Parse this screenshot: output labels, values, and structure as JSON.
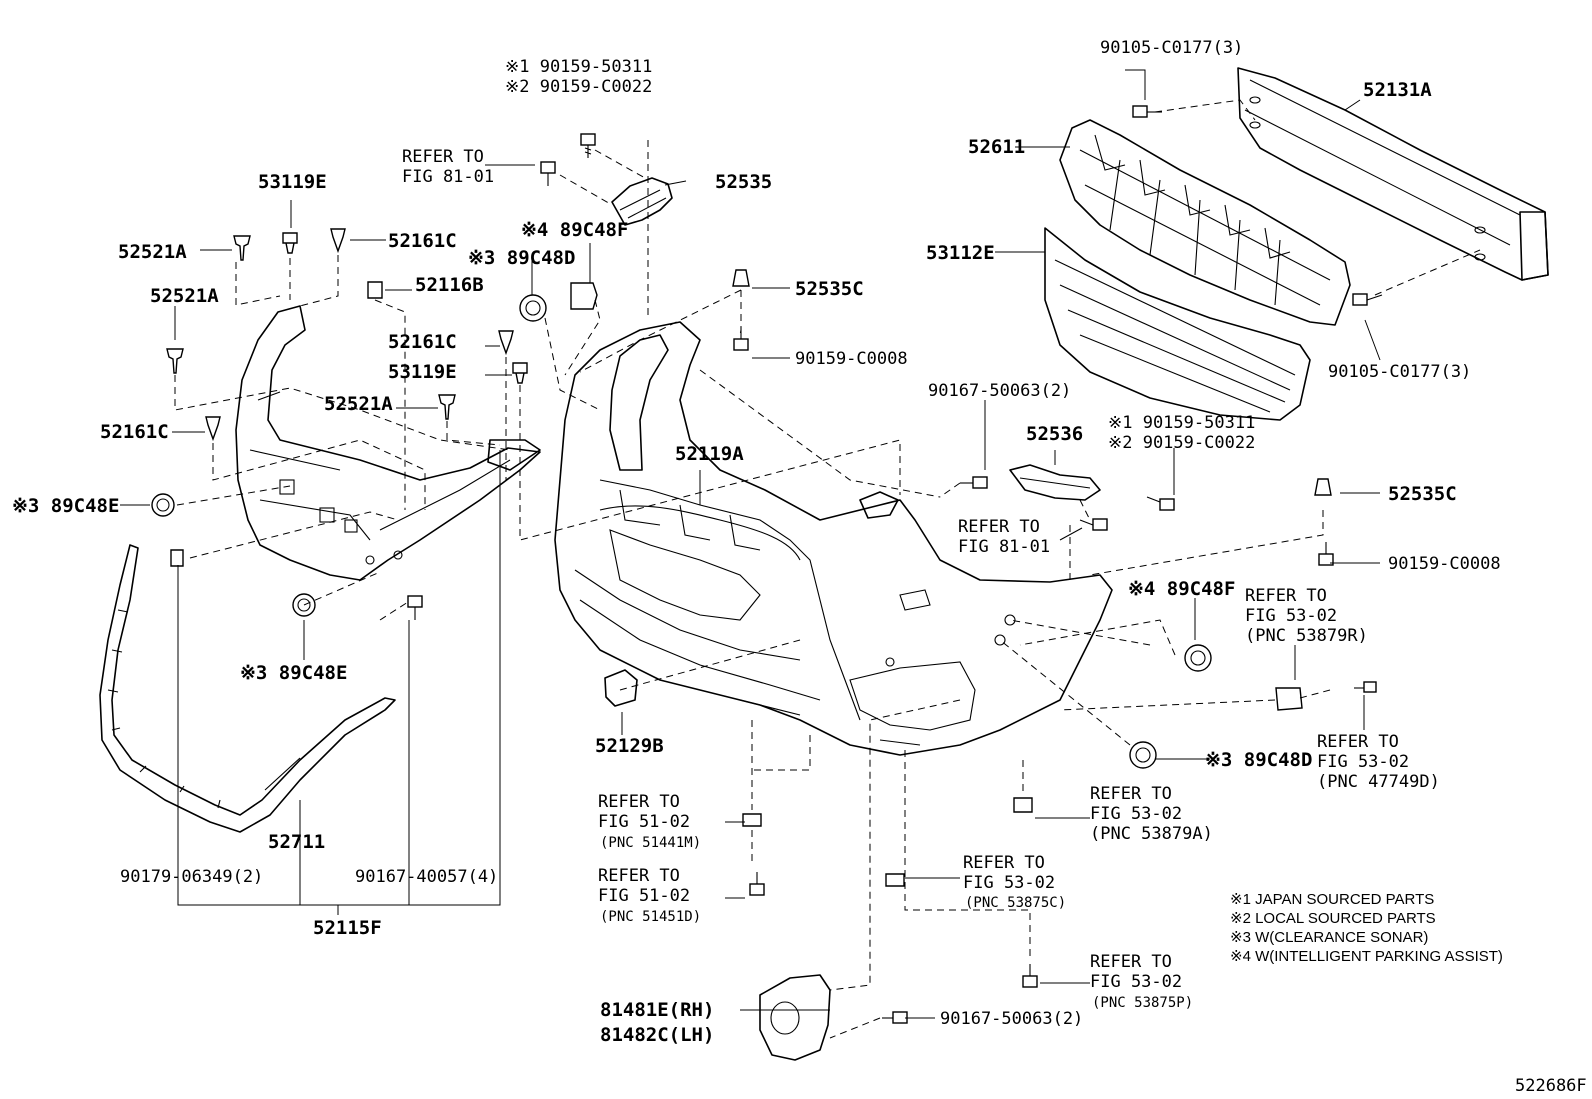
{
  "diagram_id": "522686F",
  "part_labels": {
    "p52131A": "52131A",
    "p90105_top": "90105-C0177(3)",
    "p90105_bot": "90105-C0177(3)",
    "p52611": "52611",
    "p53112E": "53112E",
    "p90159_50311_top": "※1 90159-50311",
    "p90159_C0022_top": "※2 90159-C0022",
    "p52535": "52535",
    "refer_81_top_1": "REFER TO",
    "refer_81_top_2": "FIG 81-01",
    "p53119E_top": "53119E",
    "p52521A_1": "52521A",
    "p52161C_1": "52161C",
    "p52116B": "52116B",
    "p52521A_2": "52521A",
    "p52161C_2": "52161C",
    "p53119E_2": "53119E",
    "p52521A_3": "52521A",
    "p52161C_3": "52161C",
    "p89C48E_1": "※3 89C48E",
    "p89C48F_top": "※4 89C48F",
    "p89C48D_top": "※3 89C48D",
    "p52535C_top": "52535C",
    "p90159_C0008_top": "90159-C0008",
    "p52119A": "52119A",
    "p90167_50063_top": "90167-50063(2)",
    "p52536": "52536",
    "p90159_50311_mid": "※1 90159-50311",
    "p90159_C0022_mid": "※2 90159-C0022",
    "refer_81_mid_1": "REFER TO",
    "refer_81_mid_2": "FIG 81-01",
    "p52535C_mid": "52535C",
    "p90159_C0008_mid": "90159-C0008",
    "p89C48F_mid": "※4 89C48F",
    "refer_53879R_1": "REFER TO",
    "refer_53879R_2": "FIG 53-02",
    "refer_53879R_3": "(PNC 53879R)",
    "p89C48E_2": "※3 89C48E",
    "p52129B": "52129B",
    "p89C48D_mid": "※3 89C48D",
    "refer_47749D_1": "REFER TO",
    "refer_47749D_2": "FIG 53-02",
    "refer_47749D_3": "(PNC 47749D)",
    "refer_51441M_1": "REFER TO",
    "refer_51441M_2": "FIG 51-02",
    "refer_51441M_3": "(PNC 51441M)",
    "refer_53879A_1": "REFER TO",
    "refer_53879A_2": "FIG 53-02",
    "refer_53879A_3": "(PNC 53879A)",
    "p52711": "52711",
    "refer_53875C_1": "REFER TO",
    "refer_53875C_2": "FIG 53-02",
    "refer_53875C_3": "(PNC 53875C)",
    "refer_51451D_1": "REFER TO",
    "refer_51451D_2": "FIG 51-02",
    "refer_51451D_3": "(PNC 51451D)",
    "p90179": "90179-06349(2)",
    "p90167_40057": "90167-40057(4)",
    "p52115F": "52115F",
    "refer_53875P_1": "REFER TO",
    "refer_53875P_2": "FIG 53-02",
    "refer_53875P_3": "(PNC 53875P)",
    "p81481E": "81481E(RH)",
    "p81482C": "81482C(LH)",
    "p90167_50063_bot": "90167-50063(2)"
  },
  "notes": [
    "※1 JAPAN SOURCED PARTS",
    "※2 LOCAL SOURCED PARTS",
    "※3 W(CLEARANCE SONAR)",
    "※4 W(INTELLIGENT PARKING ASSIST)"
  ]
}
